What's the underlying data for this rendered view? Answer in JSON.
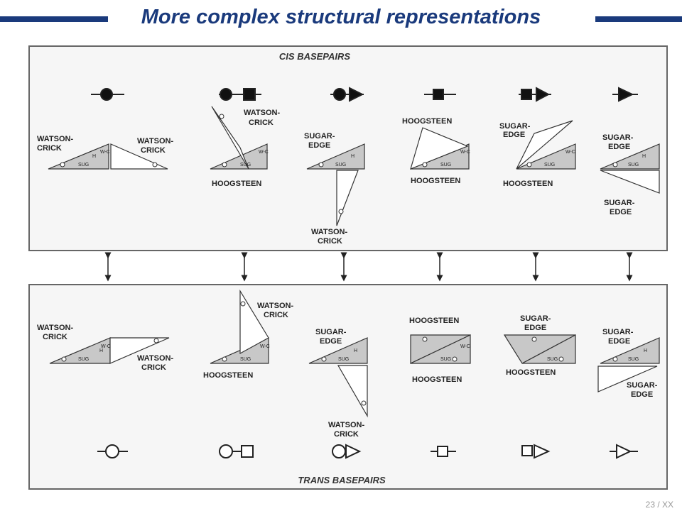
{
  "slide": {
    "title": "More complex structural representations",
    "page": "23 / XX"
  },
  "colors": {
    "accent": "#1a3a7c",
    "fill": "#c8c8c8"
  },
  "cis": {
    "header": "CIS BASEPAIRS",
    "l1_wc": "WATSON-",
    "l1_crick": "CRICK",
    "l2_wc": "WATSON-",
    "l2_crick": "CRICK",
    "l3_wc": "WATSON-",
    "l3_crick": "CRICK",
    "l3_hoog": "HOOGSTEEN",
    "l4_sugar": "SUGAR-",
    "l4_edge": "EDGE",
    "l4_wc": "WATSON-",
    "l4_crick": "CRICK",
    "l5_hoog_top": "HOOGSTEEN",
    "l5_hoog_bot": "HOOGSTEEN",
    "l6_sugar": "SUGAR-",
    "l6_edge": "EDGE",
    "l6_hoog": "HOOGSTEEN",
    "l7_sugar_top": "SUGAR-",
    "l7_edge_top": "EDGE",
    "l7_sugar_bot": "SUGAR-",
    "l7_edge_bot": "EDGE"
  },
  "trans": {
    "header": "TRANS BASEPAIRS",
    "l1_wc": "WATSON-",
    "l1_crick": "CRICK",
    "l2_wc": "WATSON-",
    "l2_crick": "CRICK",
    "l3_wc": "WATSON-",
    "l3_crick": "CRICK",
    "l3_hoog": "HOOGSTEEN",
    "l4_sugar": "SUGAR-",
    "l4_edge": "EDGE",
    "l4_wc": "WATSON-",
    "l4_crick": "CRICK",
    "l5_hoog_top": "HOOGSTEEN",
    "l5_hoog_bot": "HOOGSTEEN",
    "l6_sugar": "SUGAR-",
    "l6_edge": "EDGE",
    "l6_hoog": "HOOGSTEEN",
    "l7_sugar_top": "SUGAR-",
    "l7_edge_top": "EDGE",
    "l7_sugar_bot": "SUGAR-",
    "l7_edge_bot": "EDGE"
  },
  "edge_marks": {
    "wc": "W-C",
    "h": "H",
    "sug": "SUG"
  }
}
